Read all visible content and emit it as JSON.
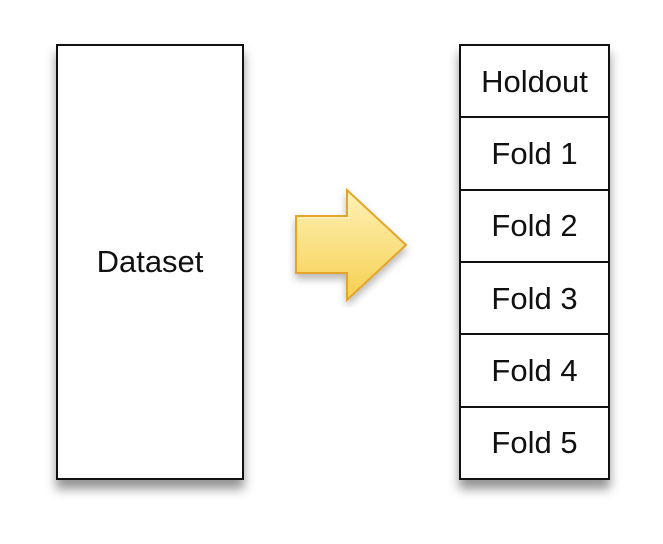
{
  "dataset": {
    "label": "Dataset"
  },
  "arrow": {
    "icon": "right-arrow-icon",
    "fill_top": "#fff1b5",
    "fill_bottom": "#f7cf4f",
    "stroke": "#e4a62c"
  },
  "partitions": {
    "holdout": "Holdout",
    "folds": [
      "Fold 1",
      "Fold 2",
      "Fold 3",
      "Fold 4",
      "Fold 5"
    ]
  },
  "colors": {
    "box_border": "#111111",
    "text": "#111111",
    "background": "#ffffff"
  }
}
